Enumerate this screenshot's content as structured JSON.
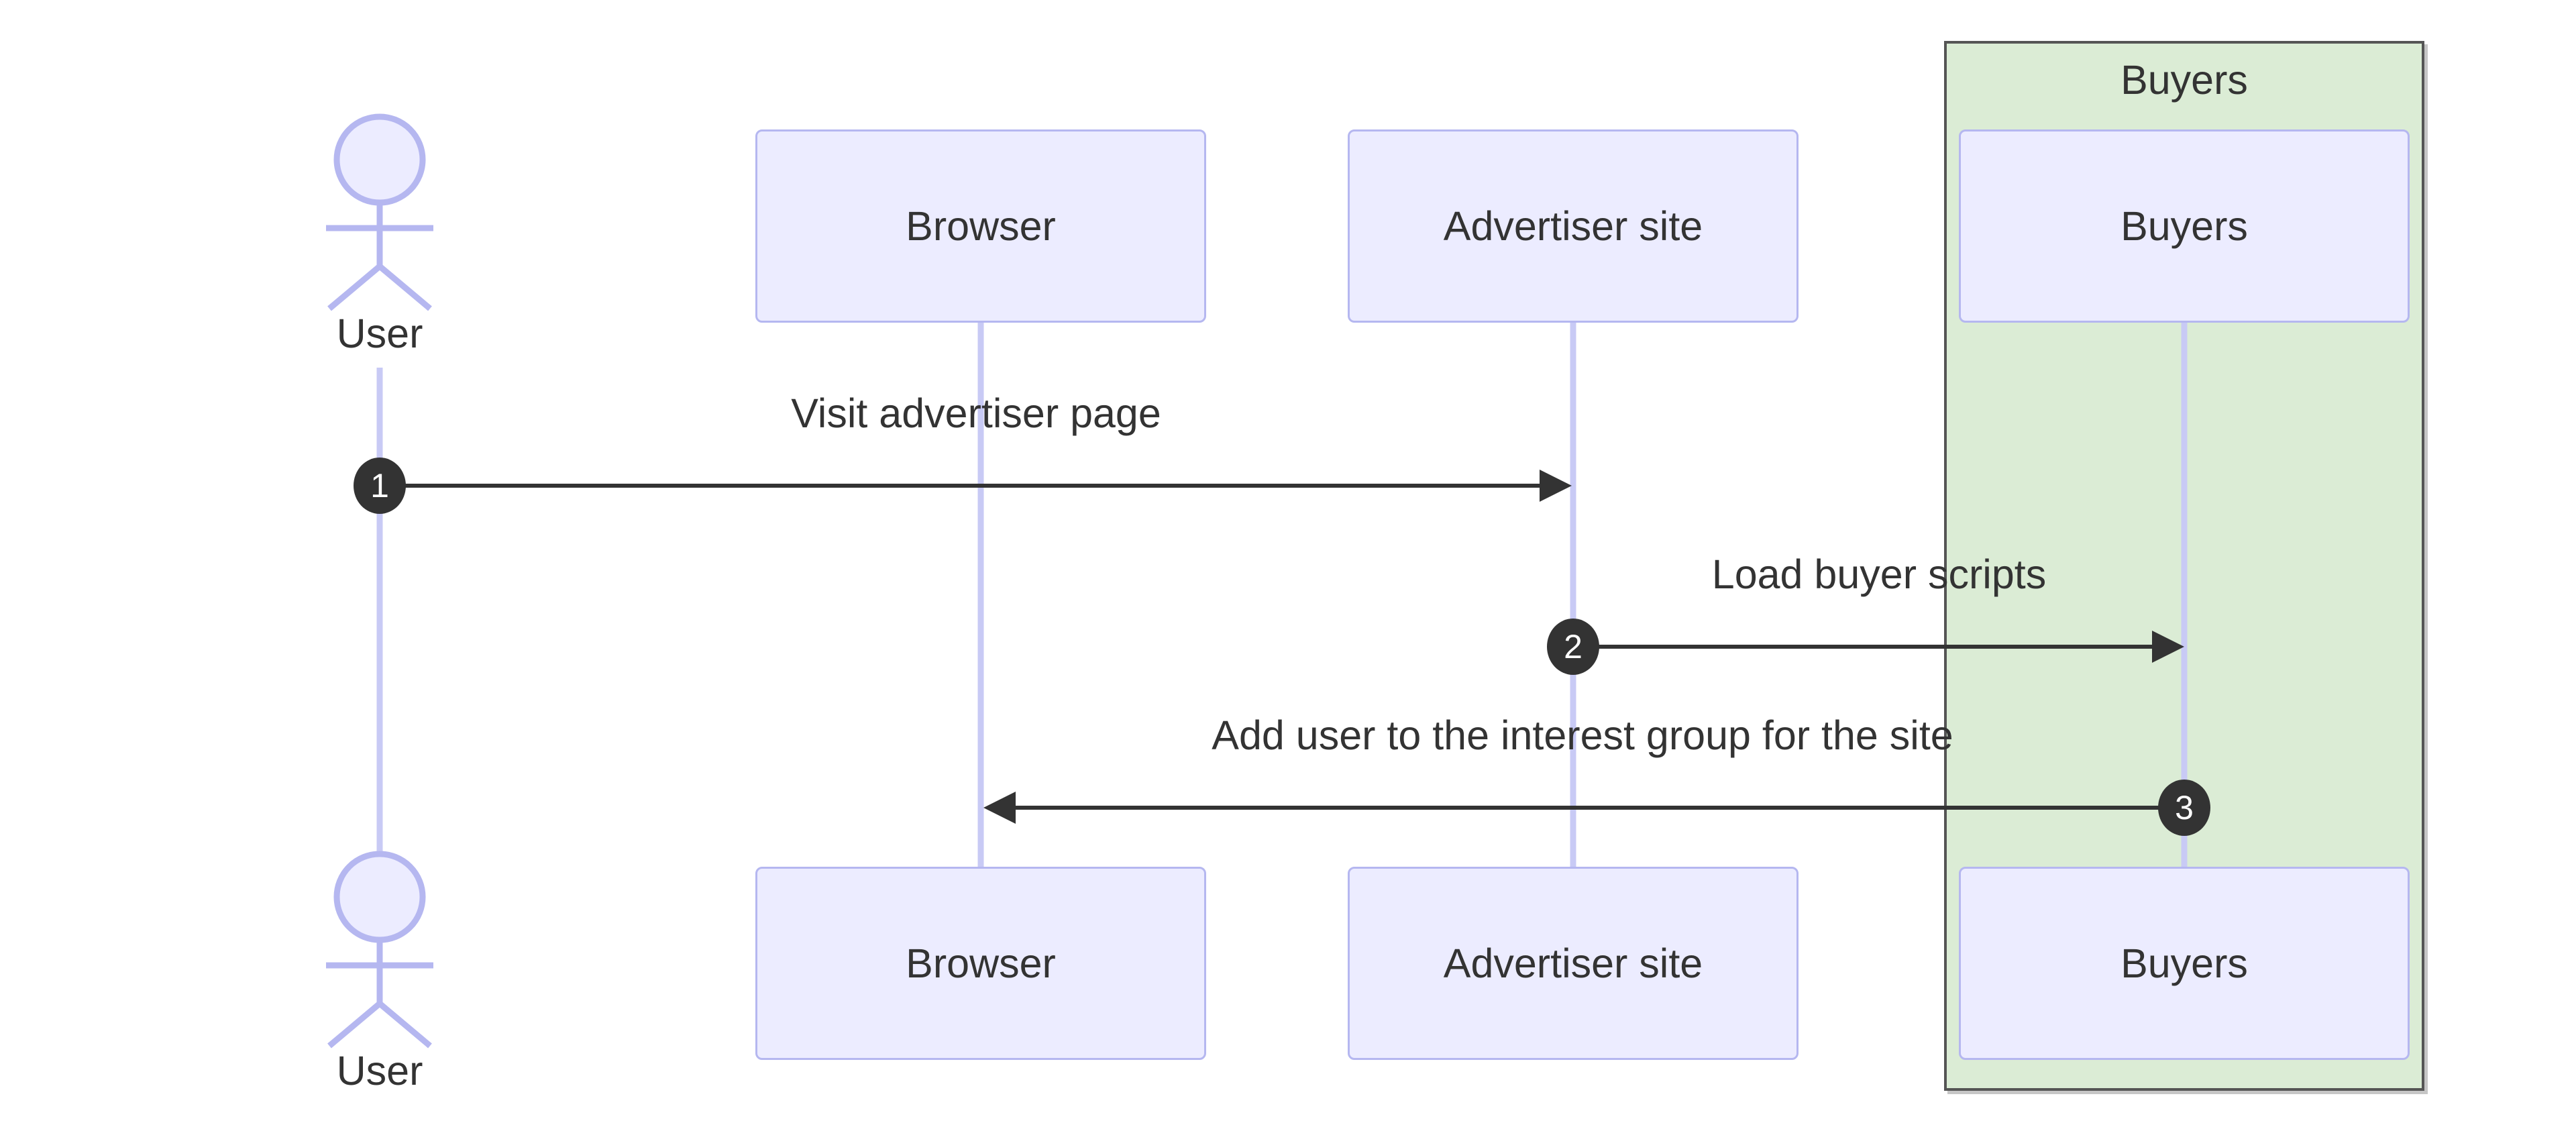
{
  "colors": {
    "background": "#ffffff",
    "node_fill": "#ECECFF",
    "node_border": "#b5b7f0",
    "lifeline": "#c8caf5",
    "group_fill": "#DBECD5",
    "group_border": "#555555",
    "arrow": "#333333",
    "seq_badge_fill": "#333333",
    "seq_badge_text": "#ffffff",
    "text": "#333333"
  },
  "diagram": {
    "actor": {
      "name": "User"
    },
    "participants": [
      {
        "name": "Browser"
      },
      {
        "name": "Advertiser site"
      },
      {
        "name": "Buyers"
      }
    ],
    "group": {
      "name": "Buyers"
    },
    "messages": [
      {
        "seq": "1",
        "text": "Visit advertiser page"
      },
      {
        "seq": "2",
        "text": "Load buyer scripts"
      },
      {
        "seq": "3",
        "text": "Add user to the interest group for the site"
      }
    ]
  }
}
